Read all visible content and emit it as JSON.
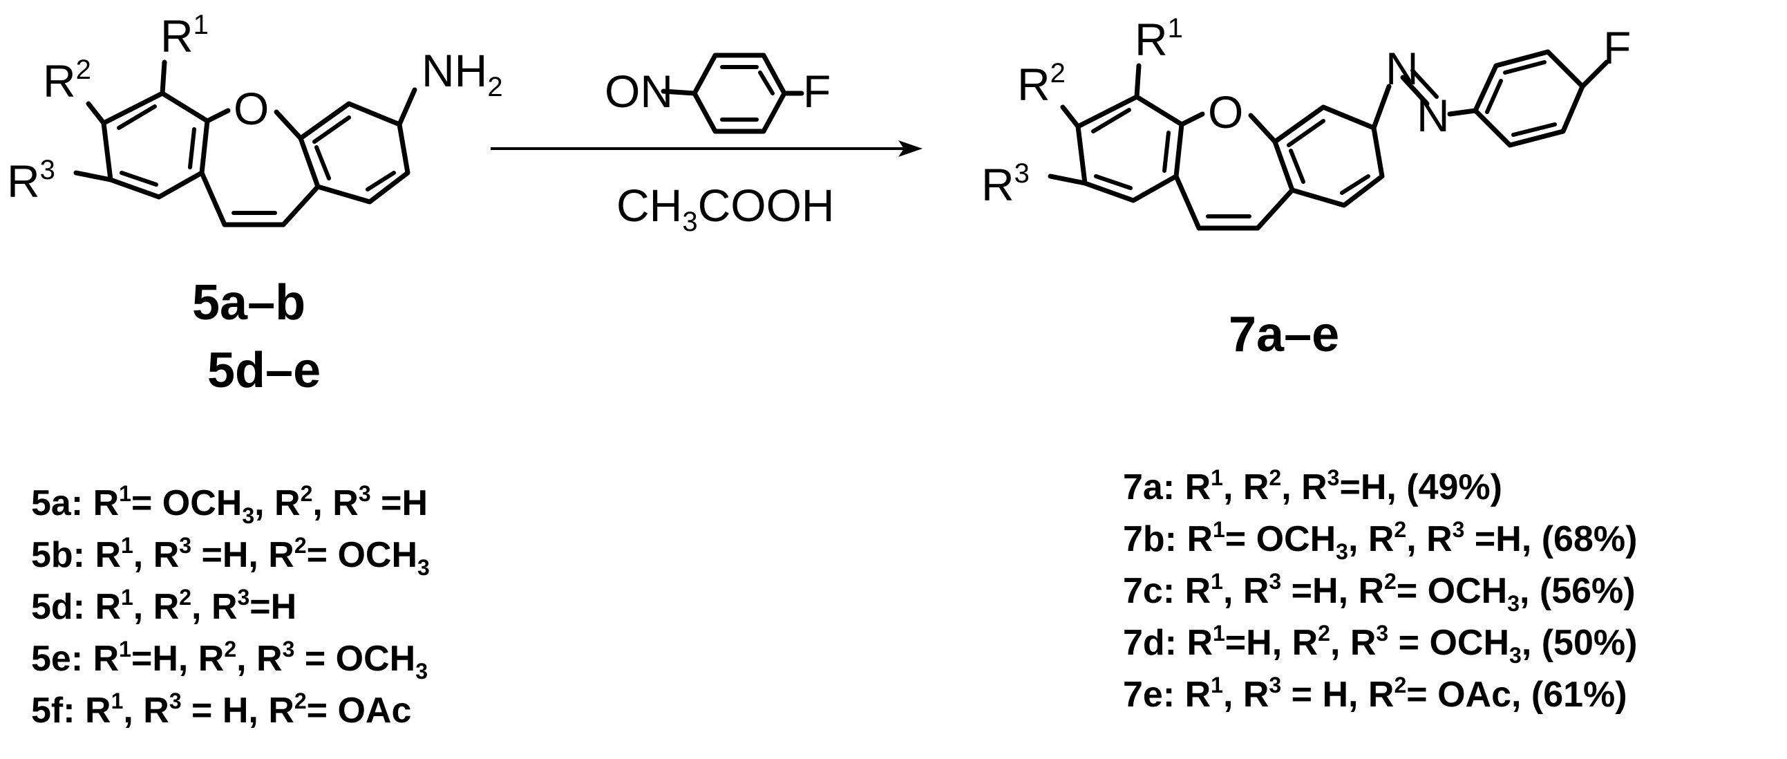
{
  "reactant": {
    "atoms": {
      "r1": "R",
      "r1_idx": "1",
      "r2": "R",
      "r2_idx": "2",
      "r3": "R",
      "r3_idx": "3",
      "o": "O",
      "nh2": "NH",
      "nh2_idx": "2"
    },
    "label_line1": "5a–b",
    "label_line2": "5d–e"
  },
  "reagent": {
    "on": "ON",
    "f": "F",
    "solvent_main": "CH",
    "solvent_idx": "3",
    "solvent_rest": "COOH"
  },
  "product": {
    "atoms": {
      "r1": "R",
      "r1_idx": "1",
      "r2": "R",
      "r2_idx": "2",
      "r3": "R",
      "r3_idx": "3",
      "o": "O",
      "n1": "N",
      "n2": "N",
      "f": "F"
    },
    "label": "7a–e"
  },
  "legend_5": [
    [
      [
        "5a: R"
      ],
      [
        "1",
        "sup"
      ],
      [
        "= OCH"
      ],
      [
        "3",
        "sub"
      ],
      [
        ", R"
      ],
      [
        "2",
        "sup"
      ],
      [
        ", R"
      ],
      [
        "3",
        "sup"
      ],
      [
        " =H"
      ]
    ],
    [
      [
        "5b: R"
      ],
      [
        "1",
        "sup"
      ],
      [
        ", R"
      ],
      [
        "3",
        "sup"
      ],
      [
        " =H, R"
      ],
      [
        "2",
        "sup"
      ],
      [
        "= OCH"
      ],
      [
        "3",
        "sub"
      ]
    ],
    [
      [
        "5d: R"
      ],
      [
        "1",
        "sup"
      ],
      [
        ", R"
      ],
      [
        "2",
        "sup"
      ],
      [
        ", R"
      ],
      [
        "3",
        "sup"
      ],
      [
        "=H"
      ]
    ],
    [
      [
        "5e: R"
      ],
      [
        "1",
        "sup"
      ],
      [
        "=H, R"
      ],
      [
        "2",
        "sup"
      ],
      [
        ", R"
      ],
      [
        "3",
        "sup"
      ],
      [
        " = OCH"
      ],
      [
        "3",
        "sub"
      ]
    ],
    [
      [
        "5f: R"
      ],
      [
        "1",
        "sup"
      ],
      [
        ", R"
      ],
      [
        "3",
        "sup"
      ],
      [
        " = H,  R"
      ],
      [
        "2",
        "sup"
      ],
      [
        "= OAc"
      ]
    ]
  ],
  "legend_7": [
    [
      [
        "7a: R"
      ],
      [
        "1",
        "sup"
      ],
      [
        ", R"
      ],
      [
        "2",
        "sup"
      ],
      [
        ", R"
      ],
      [
        "3",
        "sup"
      ],
      [
        "=H,  (49%)"
      ]
    ],
    [
      [
        "7b: R"
      ],
      [
        "1",
        "sup"
      ],
      [
        "= OCH"
      ],
      [
        "3",
        "sub"
      ],
      [
        ", R"
      ],
      [
        "2",
        "sup"
      ],
      [
        ", R"
      ],
      [
        "3",
        "sup"
      ],
      [
        " =H, (68%)"
      ]
    ],
    [
      [
        "7c: R"
      ],
      [
        "1",
        "sup"
      ],
      [
        ", R"
      ],
      [
        "3",
        "sup"
      ],
      [
        " =H, R"
      ],
      [
        "2",
        "sup"
      ],
      [
        "= OCH"
      ],
      [
        "3",
        "sub"
      ],
      [
        ",  (56%)"
      ]
    ],
    [
      [
        "7d: R"
      ],
      [
        "1",
        "sup"
      ],
      [
        "=H, R"
      ],
      [
        "2",
        "sup"
      ],
      [
        ", R"
      ],
      [
        "3",
        "sup"
      ],
      [
        " = OCH"
      ],
      [
        "3",
        "sub"
      ],
      [
        ",  (50%)"
      ]
    ],
    [
      [
        "7e: R"
      ],
      [
        "1",
        "sup"
      ],
      [
        ", R"
      ],
      [
        "3",
        "sup"
      ],
      [
        " = H,  R"
      ],
      [
        "2",
        "sup"
      ],
      [
        "= OAc,  (61%)"
      ]
    ]
  ]
}
